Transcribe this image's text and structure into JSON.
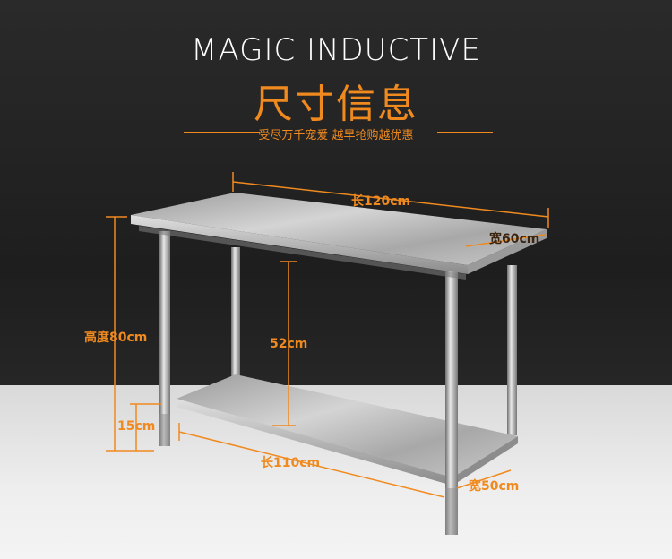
{
  "header": {
    "title_en": "MAGIC INDUCTIVE",
    "title_cn": "尺寸信息",
    "slogan": "受尽万千宠爱 越早抢购越优惠"
  },
  "dimensions": {
    "top_length": "长120cm",
    "top_width": "宽60cm",
    "height": "高度80cm",
    "shelf_gap": "52cm",
    "foot_height": "15cm",
    "shelf_length": "长110cm",
    "shelf_width": "宽50cm"
  },
  "colors": {
    "accent": "#f08a1f",
    "background": "#242424",
    "floor": "#eeeeee"
  }
}
